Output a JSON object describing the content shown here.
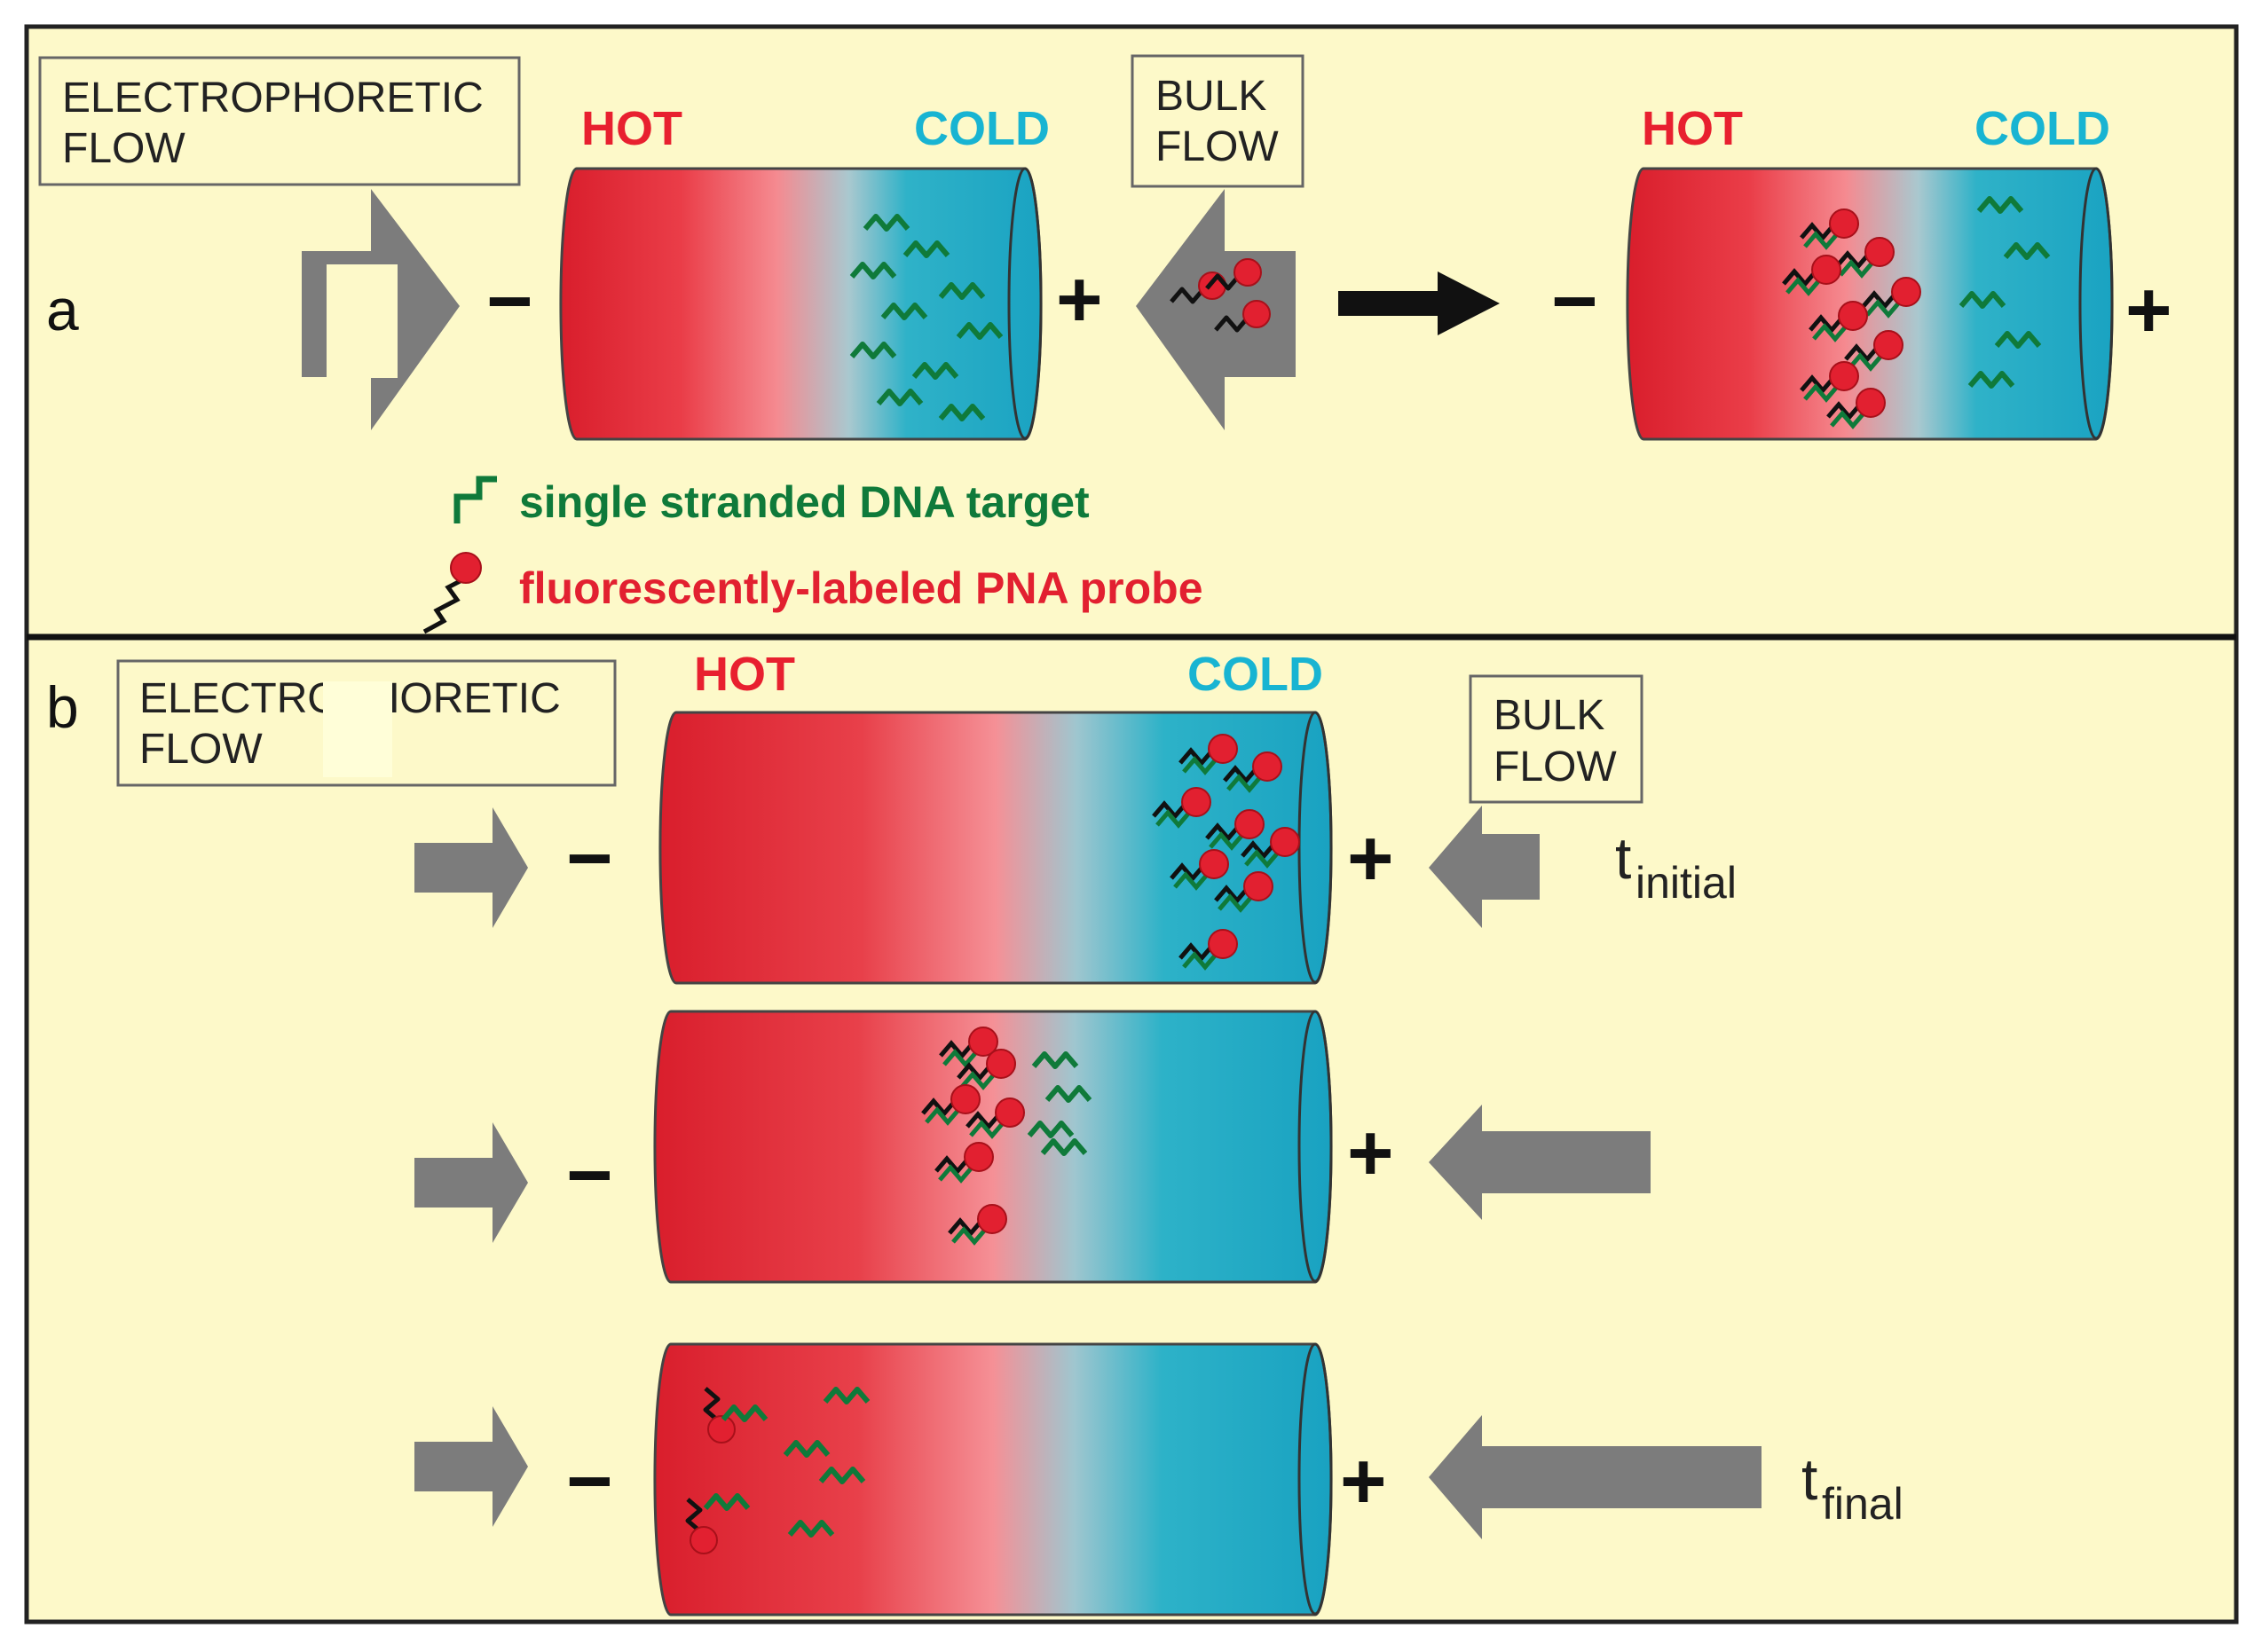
{
  "panel_a": {
    "letter": "a",
    "electrophoretic_label": [
      "ELECTROPHORETIC",
      "FLOW"
    ],
    "bulk_label": [
      "BULK",
      "FLOW"
    ],
    "tube1": {
      "hot": "HOT",
      "cold": "COLD",
      "minus": "−",
      "plus": "+"
    },
    "tube2": {
      "hot": "HOT",
      "cold": "COLD",
      "minus": "−",
      "plus": "+"
    },
    "legend": {
      "dna": "single stranded DNA target",
      "pna": "fluorescently-labeled PNA probe"
    }
  },
  "panel_b": {
    "letter": "b",
    "electrophoretic_label": [
      "ELECTROPHORETIC",
      "FLOW"
    ],
    "bulk_label": [
      "BULK",
      "FLOW"
    ],
    "hot": "HOT",
    "cold": "COLD",
    "minus": "−",
    "plus": "+",
    "t_initial": {
      "t": "t",
      "sub": "initial"
    },
    "t_final": {
      "t": "t",
      "sub": "final"
    }
  },
  "colors": {
    "background": "#fdf9c9",
    "hot": "#e8202f",
    "cold": "#18b4d2",
    "dna_strand": "#0f7a3a",
    "pna_probe": "#e22030",
    "arrow_gray": "#7c7c7c"
  },
  "icons": [
    "electrophoretic-flow-arrow",
    "bulk-flow-arrow",
    "reaction-arrow",
    "dna-strand-icon",
    "pna-probe-icon"
  ]
}
